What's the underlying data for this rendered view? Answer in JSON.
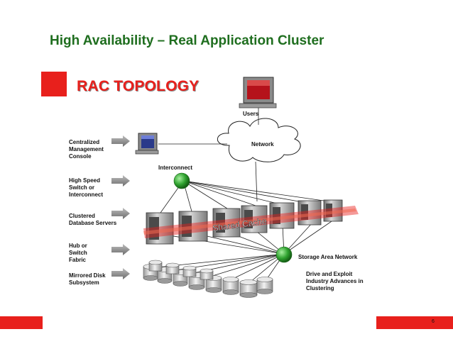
{
  "slide": {
    "title": "High Availability – Real Application Cluster",
    "topology_title": "RAC TOPOLOGY",
    "page_number": "6"
  },
  "labels": {
    "users": "Users",
    "network": "Network",
    "interconnect": "Interconnect",
    "shared_cache": "Shared Cache",
    "storage_area_network": "Storage Area Network",
    "drive_exploit": [
      "Drive and Exploit",
      "Industry Advances  in",
      "Clustering"
    ]
  },
  "left_labels": [
    [
      "Centralized",
      "Management",
      "Console"
    ],
    [
      "High Speed",
      "Switch or",
      "Interconnect"
    ],
    [
      "Clustered",
      "Database Servers"
    ],
    [
      "Hub or",
      "Switch",
      "Fabric"
    ],
    [
      "Mirrored Disk",
      "Subsystem"
    ]
  ],
  "colors": {
    "title_green": "#1f6e1f",
    "brand_red": "#e8201c",
    "hub_green": "#2fa22f"
  }
}
